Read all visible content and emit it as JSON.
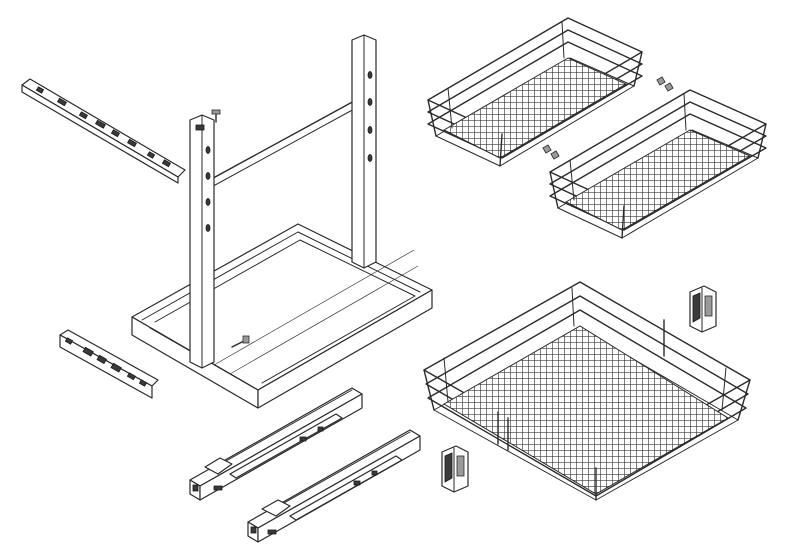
{
  "figure": {
    "parts": [
      "left-mounting-bracket",
      "rear-mounting-bracket",
      "pull-out-frame",
      "telescopic-runner",
      "telescopic-runner",
      "narrow-wire-basket",
      "narrow-wire-basket",
      "large-wire-basket",
      "basket-clip",
      "basket-clip"
    ]
  }
}
